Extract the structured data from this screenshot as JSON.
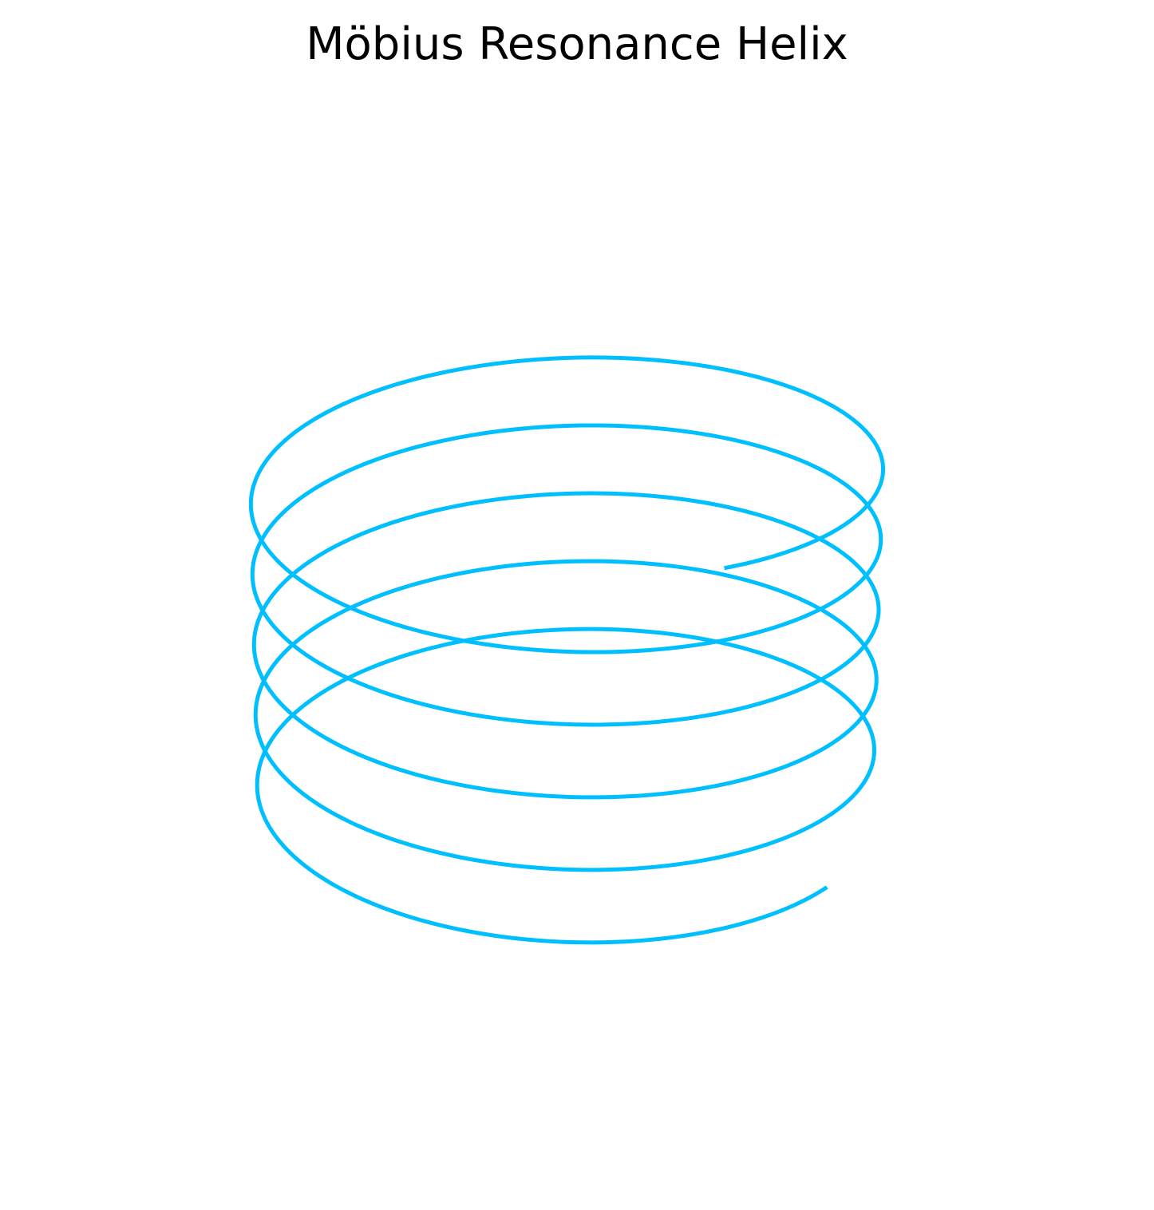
{
  "chart_data": {
    "type": "line",
    "projection": "3d",
    "title": "Möbius Resonance Helix",
    "axes_visible": false,
    "grid": false,
    "line_color": "#00BFFF",
    "series": [
      {
        "parametric": "helix",
        "radius": 1.0,
        "turns": 5,
        "z_range": [
          0,
          10
        ]
      }
    ]
  }
}
